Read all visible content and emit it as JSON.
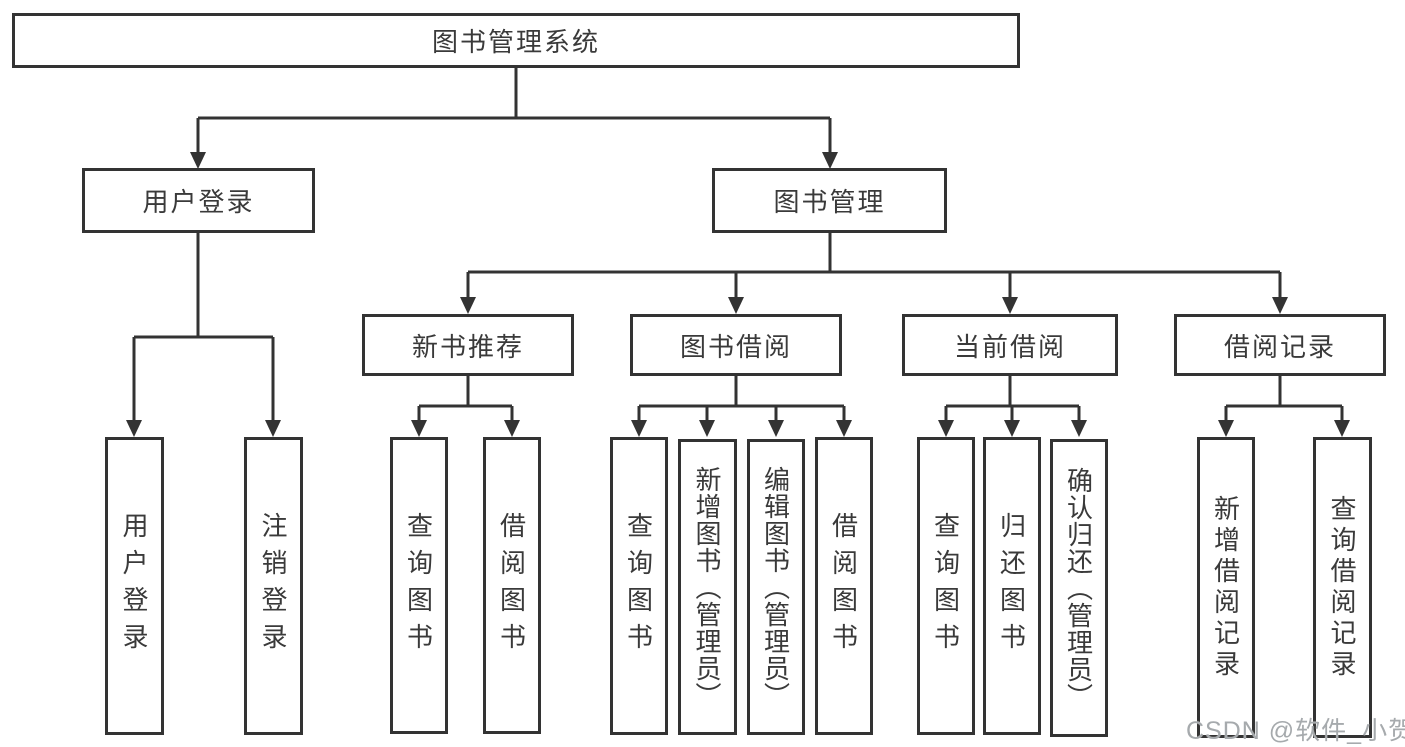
{
  "diagram": {
    "title_node": {
      "label": "图书管理系统"
    },
    "level2": [
      {
        "label": "用户登录"
      },
      {
        "label": "图书管理"
      }
    ],
    "level3": [
      {
        "label": "新书推荐"
      },
      {
        "label": "图书借阅"
      },
      {
        "label": "当前借阅"
      },
      {
        "label": "借阅记录"
      }
    ],
    "leaves": [
      {
        "label": "用户登录"
      },
      {
        "label": "注销登录"
      },
      {
        "label": "查询图书"
      },
      {
        "label": "借阅图书"
      },
      {
        "label": "查询图书"
      },
      {
        "label": "新增图书（管理员）"
      },
      {
        "label": "编辑图书（管理员）"
      },
      {
        "label": "借阅图书"
      },
      {
        "label": "查询图书"
      },
      {
        "label": "归还图书"
      },
      {
        "label": "确认归还（管理员）"
      },
      {
        "label": "新增借阅记录"
      },
      {
        "label": "查询借阅记录"
      }
    ]
  },
  "watermark": {
    "text": "CSDN @软件_小贺同学"
  },
  "colors": {
    "line": "#333333",
    "border": "#333333",
    "text": "#3a3a3a",
    "watermark": "#a6aaad",
    "background": "#ffffff"
  }
}
